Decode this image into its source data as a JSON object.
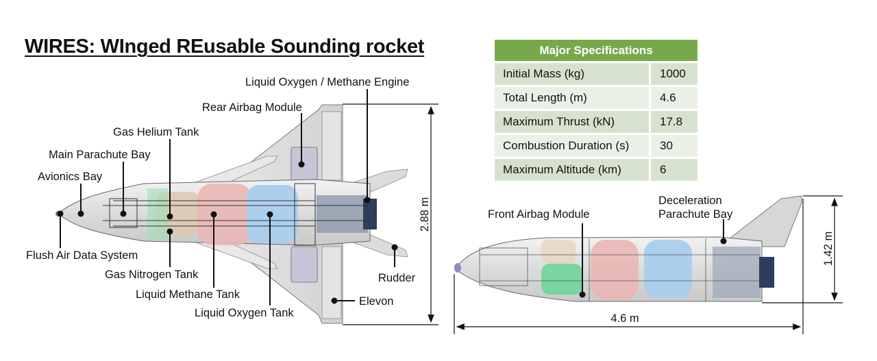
{
  "title": "WIRES: WInged REusable Sounding rocket",
  "specifications": {
    "header": "Major Specifications",
    "rows": [
      {
        "label": "Initial Mass (kg)",
        "value": "1000"
      },
      {
        "label": "Total Length (m)",
        "value": "4.6"
      },
      {
        "label": "Maximum Thrust (kN)",
        "value": "17.8"
      },
      {
        "label": "Combustion Duration (s)",
        "value": "30"
      },
      {
        "label": "Maximum Altitude (km)",
        "value": "6"
      }
    ]
  },
  "top_view": {
    "labels": {
      "engine": "Liquid Oxygen / Methane Engine",
      "rear_airbag": "Rear Airbag Module",
      "gas_helium": "Gas Helium Tank",
      "main_parachute": "Main Parachute Bay",
      "avionics": "Avionics Bay",
      "flush_air": "Flush Air Data System",
      "gas_nitrogen": "Gas Nitrogen Tank",
      "liquid_methane": "Liquid Methane Tank",
      "liquid_oxygen": "Liquid Oxygen Tank",
      "rudder": "Rudder",
      "elevon": "Elevon"
    },
    "span_dimension": "2.88 m"
  },
  "side_view": {
    "labels": {
      "front_airbag": "Front Airbag Module",
      "decel_parachute_line1": "Deceleration",
      "decel_parachute_line2": "Parachute Bay"
    },
    "height_dimension": "1.42 m",
    "length_dimension": "4.6 m"
  },
  "colors": {
    "header_green": "#77a94b",
    "row_dark": "#d7e2ce",
    "row_light": "#ebf0e6",
    "methane_tank": "#e9b7b5",
    "oxygen_tank": "#a9cdee",
    "nitrogen_tank": "#6fd49a",
    "helium_tank": "#dcc9b0"
  }
}
